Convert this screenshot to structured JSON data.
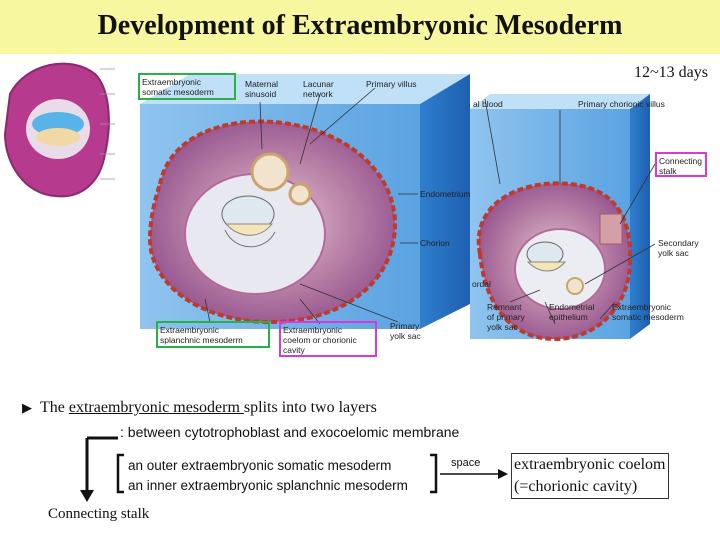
{
  "title": "Development of Extraembryonic Mesoderm",
  "days": "12~13 days",
  "figure_labels": {
    "somatic": "Extraembryonic\nsomatic mesoderm",
    "maternal_sinusoid": "Maternal\nsinusoid",
    "lacunar_network": "Lacunar\nnetwork",
    "primary_villus": "Primary villus",
    "endometrium": "Endometrium",
    "chorion": "Chorion",
    "splanchnic": "Extraembryonic\nsplanchnic mesoderm",
    "coelom_chorionic": "Extraembryonic\ncoelom or chorionic\ncavity",
    "primary_yolk_sac": "Primary\nyolk sac",
    "al_blood": "al blood",
    "primary_chorionic_villus": "Primary chorionic villus",
    "connecting_stalk_label": "Connecting\nstalk",
    "secondary_yolk_sac": "Secondary\nyolk sac",
    "ordal": "ordal",
    "remnant_primary_yolk_sac": "Remnant\nof primary\nyolk sac",
    "endometrial_epithelium": "Endometrial\nepithelium",
    "extraembryonic_somatic_2": "Extraembryonic\nsomatic mesoderm"
  },
  "bullet": {
    "prefix": "The ",
    "term": "extraembryonic mesoderm ",
    "suffix": "splits into two layers"
  },
  "between_text": ": between cytotrophoblast and exocoelomic membrane",
  "layers": [
    "an outer extraembryonic somatic mesoderm",
    "an inner extraembryonic splanchnic mesoderm"
  ],
  "space_label": "space",
  "coelom": [
    "extraembryonic coelom",
    "(=chorionic cavity)"
  ],
  "connecting_stalk": "Connecting stalk",
  "colors": {
    "title_bg": "#f7f7a0",
    "green_box": "#2ab04a",
    "magenta_box": "#d63bd6",
    "endometrium_blue": "#3d8fd6",
    "trophoblast_purple": "#8c4a8a"
  }
}
